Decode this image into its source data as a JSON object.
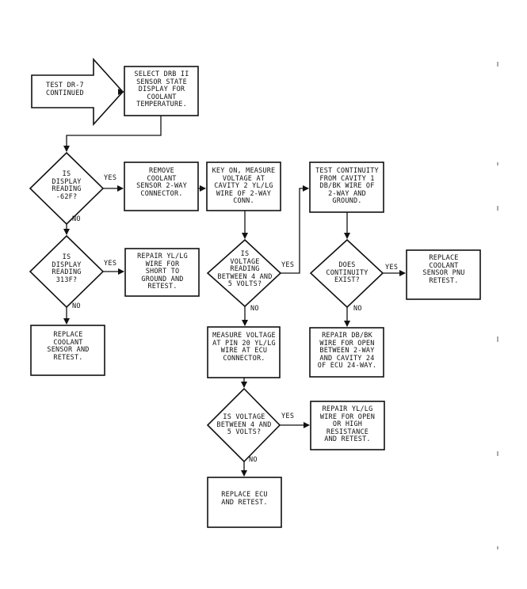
{
  "nodes": {
    "start_arrow": "TEST DR-7\nCONTINUED",
    "select_drb": "SELECT DRB II\nSENSOR STATE\nDISPLAY FOR\nCOOLANT\nTEMPERATURE.",
    "decision_62f": "IS\nDISPLAY\nREADING\n-62F?",
    "remove_sensor": "REMOVE\nCOOLANT\nSENSOR 2-WAY\nCONNECTOR.",
    "key_on": "KEY ON, MEASURE\nVOLTAGE AT\nCAVITY 2 YL/LG\nWIRE OF 2-WAY\nCONN.",
    "test_continuity": "TEST CONTINUITY\nFROM CAVITY 1\nDB/BK WIRE OF\n2-WAY AND\nGROUND.",
    "decision_313f": "IS\nDISPLAY\nREADING\n313F?",
    "repair_short": "REPAIR YL/LG\nWIRE FOR\nSHORT TO\nGROUND AND\nRETEST.",
    "decision_voltage1": "IS\nVOLTAGE\nREADING\nBETWEEN 4 AND\n5 VOLTS?",
    "decision_continuity": "DOES\nCONTINUITY\nEXIST?",
    "replace_sensor_pnu": "REPLACE\nCOOLANT\nSENSOR PNU\nRETEST.",
    "replace_sensor": "REPLACE\nCOOLANT\nSENSOR AND\nRETEST.",
    "measure_ecu": "MEASURE VOLTAGE\nAT PIN 20 YL/LG\nWIRE AT ECU\nCONNECTOR.",
    "repair_open": "REPAIR DB/BK\nWIRE FOR OPEN\nBETWEEN 2-WAY\nAND CAVITY 24\nOF ECU 24-WAY.",
    "decision_voltage2": "IS VOLTAGE\nBETWEEN 4 AND\n5 VOLTS?",
    "repair_open_high": "REPAIR YL/LG\nWIRE FOR OPEN\nOR HIGH\nRESISTANCE\nAND RETEST.",
    "replace_ecu": "REPLACE ECU\nAND RETEST."
  },
  "edge_labels": {
    "yes": "YES",
    "no": "NO"
  },
  "colors": {
    "ink": "#111111",
    "background": "#ffffff"
  }
}
